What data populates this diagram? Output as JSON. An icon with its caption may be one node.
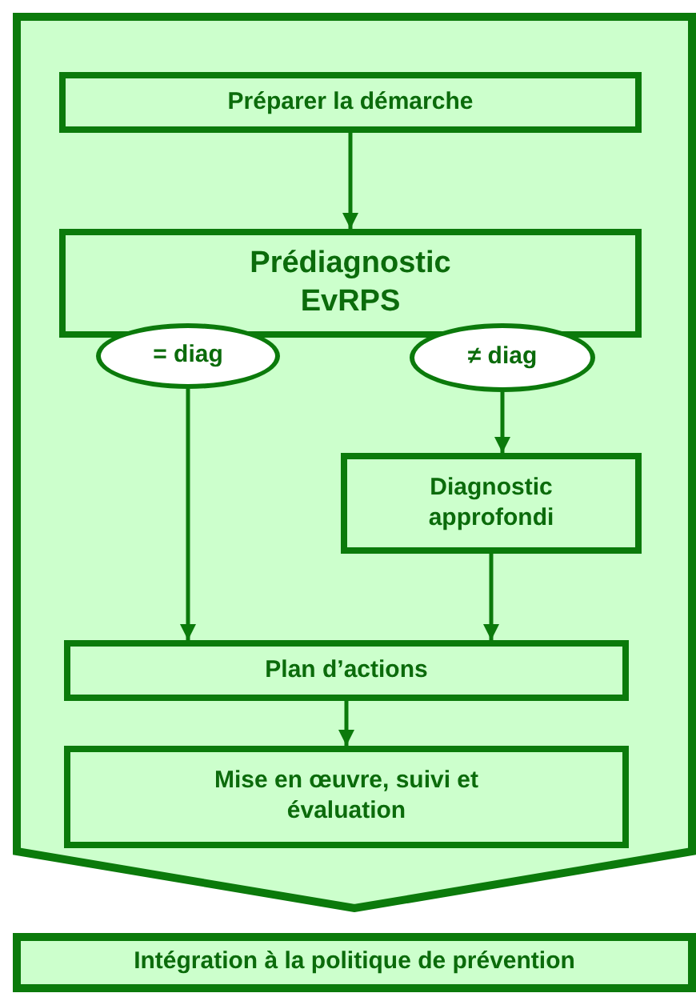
{
  "diagram": {
    "nodes": [
      {
        "text": [],
        "shape": "chevron"
      },
      {
        "text": [
          "Préparer la démarche"
        ],
        "in": 0
      },
      {
        "text": [
          "Prédiagnostic EvRPS"
        ],
        "in": 0
      },
      {
        "text": [
          "= diag"
        ],
        "in": 0
      },
      {
        "text": [
          "≠ diag"
        ],
        "in": 0
      },
      {
        "text": [
          "Diagnostic approfondi"
        ],
        "in": 0
      },
      {
        "text": [
          "Plan d’actions"
        ],
        "in": 0
      },
      {
        "text": [
          "Mise en œuvre, suivi et évaluation"
        ],
        "in": 0
      },
      {
        "text": [
          "Intégration à la politique de prévention"
        ]
      }
    ],
    "edges": [
      {
        "from": 1,
        "to": 2,
        "arrow": "to"
      },
      {
        "from": 3,
        "to": 6,
        "arrow": "to"
      },
      {
        "from": 4,
        "to": 5,
        "arrow": "to"
      },
      {
        "from": 5,
        "to": 6,
        "arrow": "to"
      },
      {
        "from": 6,
        "to": 7,
        "arrow": "to"
      }
    ]
  }
}
